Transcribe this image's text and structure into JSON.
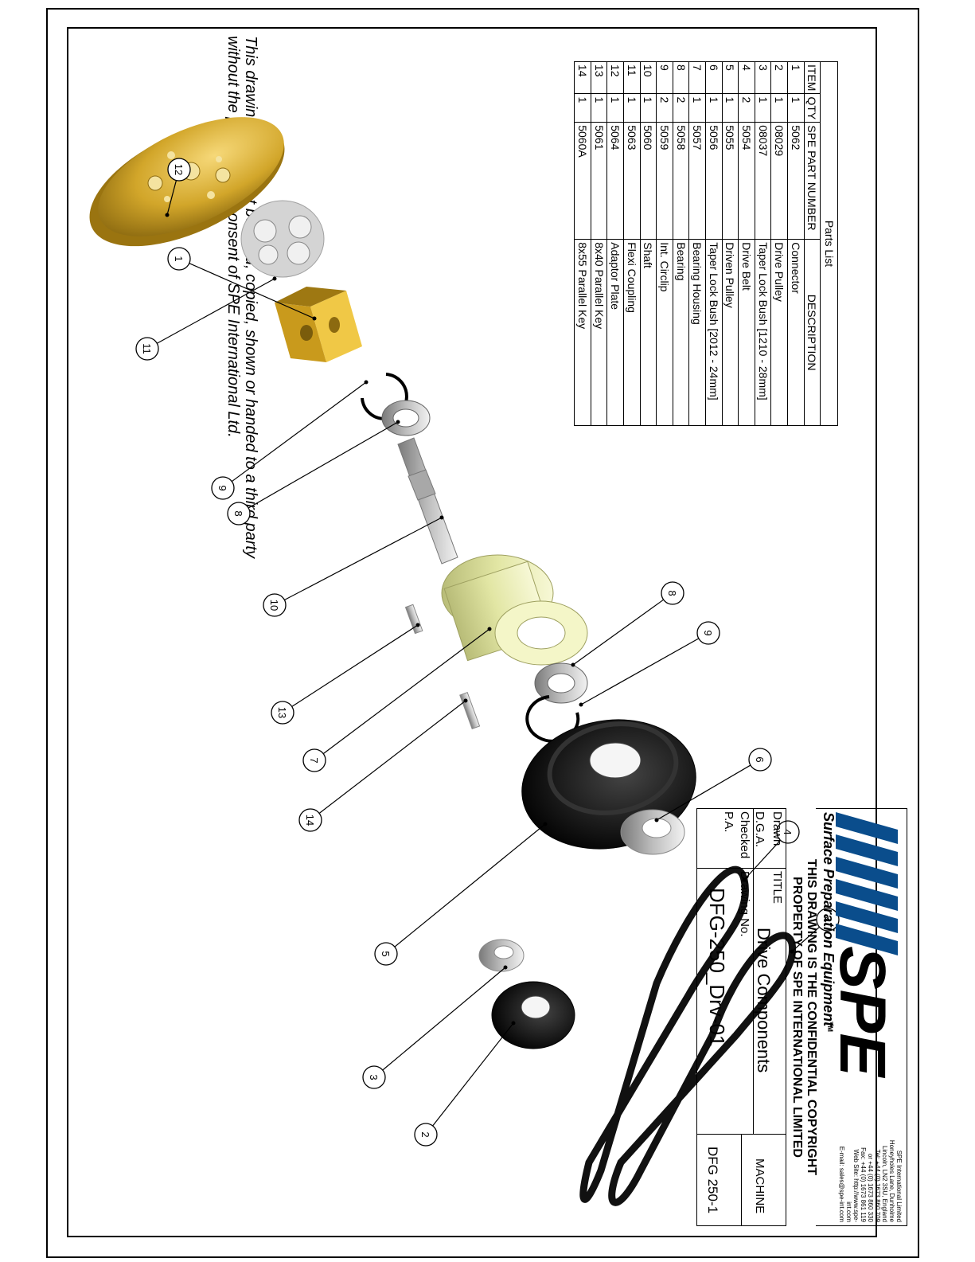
{
  "notice": "This drawing should not be used, copied, shown or handed to a third party without the prior written consent of SPE International Ltd.",
  "parts_list": {
    "title": "Parts List",
    "headers": [
      "ITEM",
      "QTY",
      "SPE PART NUMBER",
      "DESCRIPTION"
    ],
    "rows": [
      [
        "1",
        "1",
        "5062",
        "Connector"
      ],
      [
        "2",
        "1",
        "08029",
        "Drive Pulley"
      ],
      [
        "3",
        "1",
        "08037",
        "Taper Lock Bush [1210 - 28mm]"
      ],
      [
        "4",
        "2",
        "5054",
        "Drive Belt"
      ],
      [
        "5",
        "1",
        "5055",
        "Driven Pulley"
      ],
      [
        "6",
        "1",
        "5056",
        "Taper Lock Bush [2012 - 24mm]"
      ],
      [
        "7",
        "1",
        "5057",
        "Bearing Housing"
      ],
      [
        "8",
        "2",
        "5058",
        "Bearing"
      ],
      [
        "9",
        "2",
        "5059",
        "Int. Circlip"
      ],
      [
        "10",
        "1",
        "5060",
        "Shaft"
      ],
      [
        "11",
        "1",
        "5063",
        "Flexi Coupling"
      ],
      [
        "12",
        "1",
        "5064",
        "Adaptor Plate"
      ],
      [
        "13",
        "1",
        "5061",
        "8x40 Parallel Key"
      ],
      [
        "14",
        "1",
        "5060A",
        "8x55 Parallel Key"
      ]
    ]
  },
  "callouts": [
    "12",
    "1",
    "11",
    "9",
    "8",
    "10",
    "8",
    "9",
    "13",
    "7",
    "14",
    "6",
    "4",
    "4",
    "5",
    "3",
    "2"
  ],
  "title_block": {
    "logo_text": "SPE",
    "tagline": "Surface Preparation Equipment",
    "tm": "TM",
    "company": {
      "name": "SPE International Limited",
      "address1": "Honeyholes Lane, Dunholme",
      "address2": "Lincoln, LN2 3SU, England",
      "tel1": "Tel: +44 (0) 1673 860 709",
      "tel2": "or +44 (0) 1673 860 330",
      "fax": "Fax: +44 (0) 1673 861 119",
      "web": "Web Site: http://www.spe-int.com",
      "email": "E-mail: sales@spe-int.com"
    },
    "copyright_line1": "THIS DRAWING IS THE CONFIDENTIAL COPYRIGHT",
    "copyright_line2": "PROPERTY OF SPE INTERNATIONAL LIMITED",
    "drawn_label": "Drawn",
    "drawn_value": "D.G.A.",
    "checked_label": "Checked",
    "checked_value": "P.A.",
    "title_label": "TITLE",
    "title_value": "Drive Components",
    "machine_label": "MACHINE",
    "machine_value": "DFG 250-1",
    "drawing_no_label": "Drawing No.",
    "drawing_no_value": "DFG-250_Drv-01"
  },
  "colors": {
    "brass": "#c8a020",
    "logo_blue": "#0a4d8c",
    "housing": "#e8ecb0",
    "pulley": "#111111",
    "steel": "#c0c0c0"
  }
}
